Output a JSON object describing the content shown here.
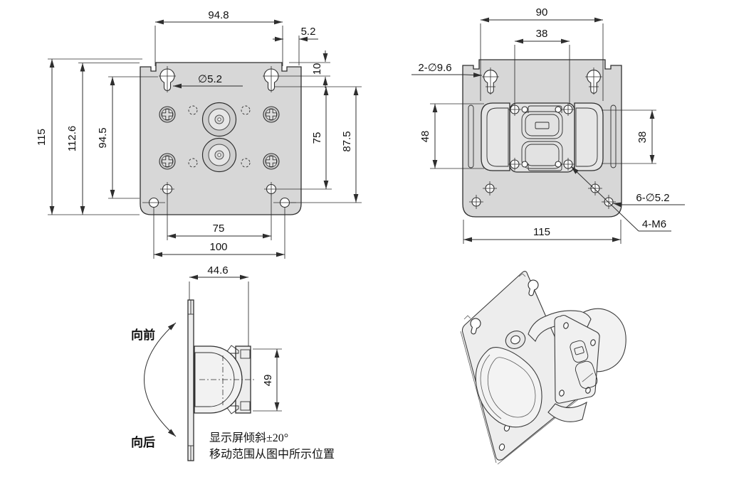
{
  "meta": {
    "background": "#ffffff",
    "line_color": "#2e2e2e",
    "plate_fill": "#d7d7d7",
    "bracket_fill": "#e2e2e2"
  },
  "front_view": {
    "dim_width_top": "94.8",
    "dim_slot_offset": "5.2",
    "dim_edge_offset": "10",
    "hole_callout": "∅5.2",
    "dim_height_total": "115",
    "dim_height_inner": "112.6",
    "dim_keyhole_span": "94.5",
    "dim_vesa_vert": "75",
    "dim_corner_vert": "87.5",
    "dim_vesa_horiz": "75",
    "dim_corner_horiz": "100"
  },
  "rear_view": {
    "dim_width_top": "90",
    "dim_slot_span": "38",
    "keyhole_callout": "2-∅9.6",
    "dim_hinge_height": "48",
    "dim_hole_span": "38",
    "hole_callout": "6-∅5.2",
    "thread_callout": "4-M6",
    "dim_width_bottom": "115"
  },
  "side_view": {
    "dim_depth": "44.6",
    "dim_bracket_height": "49",
    "label_forward": "向前",
    "label_backward": "向后",
    "note_line1": "显示屏倾斜±20°",
    "note_line2": "移动范围从图中所示位置"
  }
}
